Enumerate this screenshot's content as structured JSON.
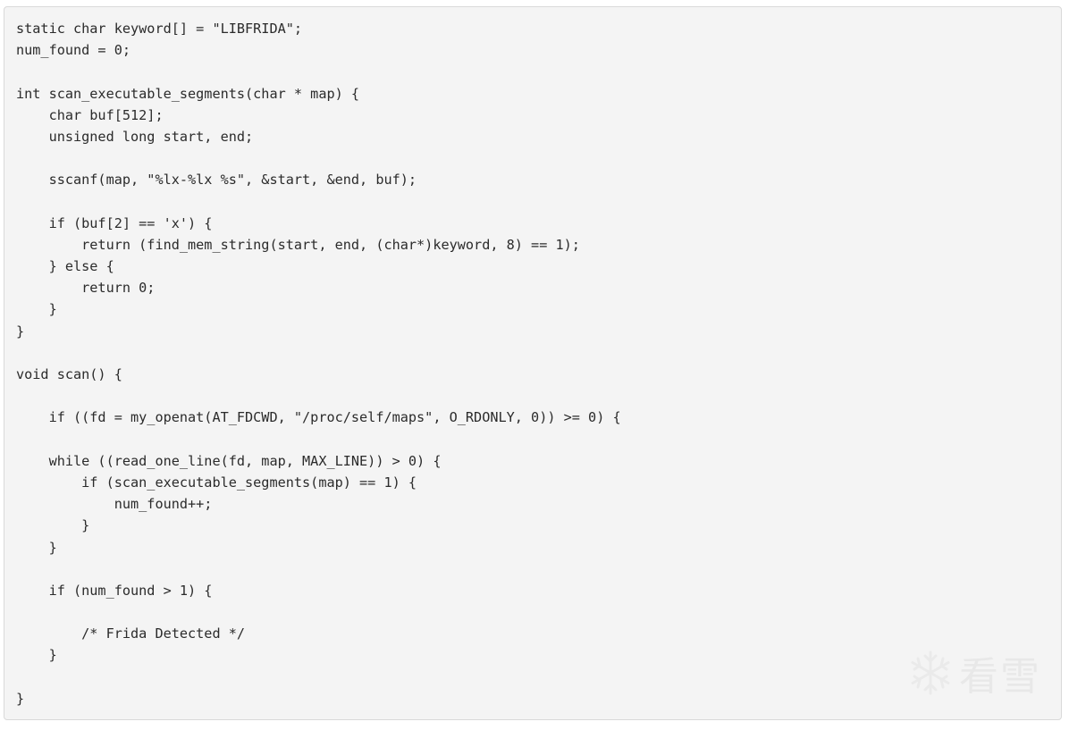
{
  "code": {
    "lines": [
      "static char keyword[] = \"LIBFRIDA\";",
      "num_found = 0;",
      "",
      "int scan_executable_segments(char * map) {",
      "    char buf[512];",
      "    unsigned long start, end;",
      "",
      "    sscanf(map, \"%lx-%lx %s\", &start, &end, buf);",
      "",
      "    if (buf[2] == 'x') {",
      "        return (find_mem_string(start, end, (char*)keyword, 8) == 1);",
      "    } else {",
      "        return 0;",
      "    }",
      "}",
      "",
      "void scan() {",
      "",
      "    if ((fd = my_openat(AT_FDCWD, \"/proc/self/maps\", O_RDONLY, 0)) >= 0) {",
      "",
      "    while ((read_one_line(fd, map, MAX_LINE)) > 0) {",
      "        if (scan_executable_segments(map) == 1) {",
      "            num_found++;",
      "        }",
      "    }",
      "",
      "    if (num_found > 1) {",
      "",
      "        /* Frida Detected */",
      "    }",
      "",
      "}"
    ]
  },
  "watermark": {
    "icon": "snowflake-icon",
    "text": "看雪"
  }
}
